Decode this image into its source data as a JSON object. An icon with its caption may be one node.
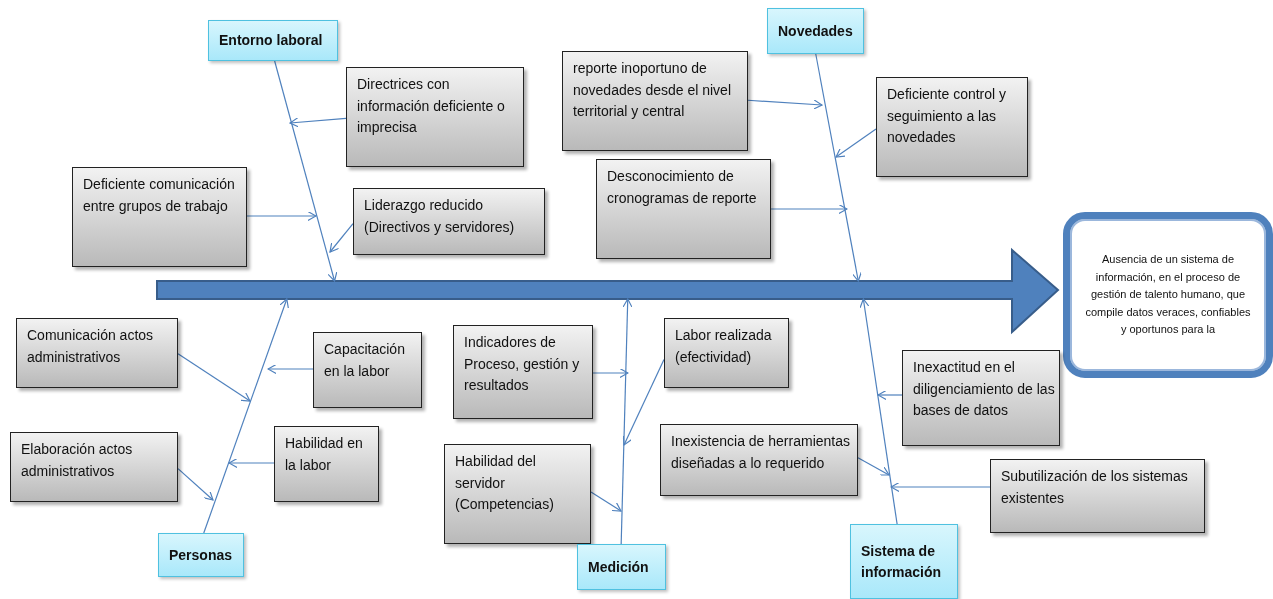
{
  "diagram": {
    "nodes": [
      {
        "text": [
          "Entorno laboral"
        ]
      },
      {
        "text": [
          "Novedades"
        ]
      },
      {
        "text": [
          "reporte inoportuno de novedades desde el nivel territorial y central"
        ]
      },
      {
        "text": [
          "Directrices con información deficiente o imprecisa"
        ]
      },
      {
        "text": [
          "Deficiente control y seguimiento a las novedades"
        ]
      },
      {
        "text": [
          "Deficiente comunicación entre grupos de trabajo"
        ]
      },
      {
        "text": [
          "Liderazgo reducido (Directivos y servidores)"
        ]
      },
      {
        "text": [
          "Desconocimiento de cronogramas de reporte"
        ]
      },
      {
        "text": [
          "Ausencia de un sistema de información, en el proceso de gestión de talento humano, que compile datos veraces, confiables y oportunos para la"
        ]
      },
      {
        "text": [],
        "shape": "arrow"
      },
      {
        "text": [
          "Comunicación actos administrativos"
        ]
      },
      {
        "text": [
          "Capacitación en la labor"
        ]
      },
      {
        "text": [
          "Indicadores de Proceso, gestión y resultados"
        ]
      },
      {
        "text": [
          "Labor realizada (efectividad)"
        ]
      },
      {
        "text": [
          "Inexactitud en el diligenciamiento de las bases de datos"
        ]
      },
      {
        "text": [
          "Inexistencia de herramientas diseñadas a lo requerido"
        ]
      },
      {
        "text": [
          "Elaboración actos administrativos"
        ]
      },
      {
        "text": [
          "Habilidad en la labor"
        ]
      },
      {
        "text": [
          "Habilidad del servidor (Competencias)"
        ]
      },
      {
        "text": [
          "Subutilización de los sistemas existentes"
        ]
      },
      {
        "text": [
          "Personas"
        ]
      },
      {
        "text": [
          "Medición"
        ]
      },
      {
        "text": [
          "Sistema de información"
        ]
      }
    ],
    "edges": [
      {
        "from": 0,
        "to": 9,
        "arrow": "to"
      },
      {
        "from": 1,
        "to": 9,
        "arrow": "to"
      },
      {
        "from": 20,
        "to": 9,
        "arrow": "to"
      },
      {
        "from": 21,
        "to": 9,
        "arrow": "to"
      },
      {
        "from": 22,
        "to": 9,
        "arrow": "to"
      },
      {
        "from": 3,
        "to": null,
        "arrow": "to"
      },
      {
        "from": 5,
        "to": null,
        "arrow": "to"
      },
      {
        "from": 6,
        "to": null,
        "arrow": "to"
      },
      {
        "from": 2,
        "to": null,
        "arrow": "to"
      },
      {
        "from": 4,
        "to": null,
        "arrow": "to"
      },
      {
        "from": 7,
        "to": null,
        "arrow": "to"
      },
      {
        "from": 10,
        "to": null,
        "arrow": "to"
      },
      {
        "from": 11,
        "to": null,
        "arrow": "to"
      },
      {
        "from": 16,
        "to": null,
        "arrow": "to"
      },
      {
        "from": 17,
        "to": null,
        "arrow": "to"
      },
      {
        "from": 12,
        "to": null,
        "arrow": "to"
      },
      {
        "from": 13,
        "to": null,
        "arrow": "to"
      },
      {
        "from": 18,
        "to": null,
        "arrow": "to"
      },
      {
        "from": 15,
        "to": null,
        "arrow": "to"
      },
      {
        "from": 14,
        "to": null,
        "arrow": "to"
      },
      {
        "from": 19,
        "to": null,
        "arrow": "to"
      }
    ]
  }
}
